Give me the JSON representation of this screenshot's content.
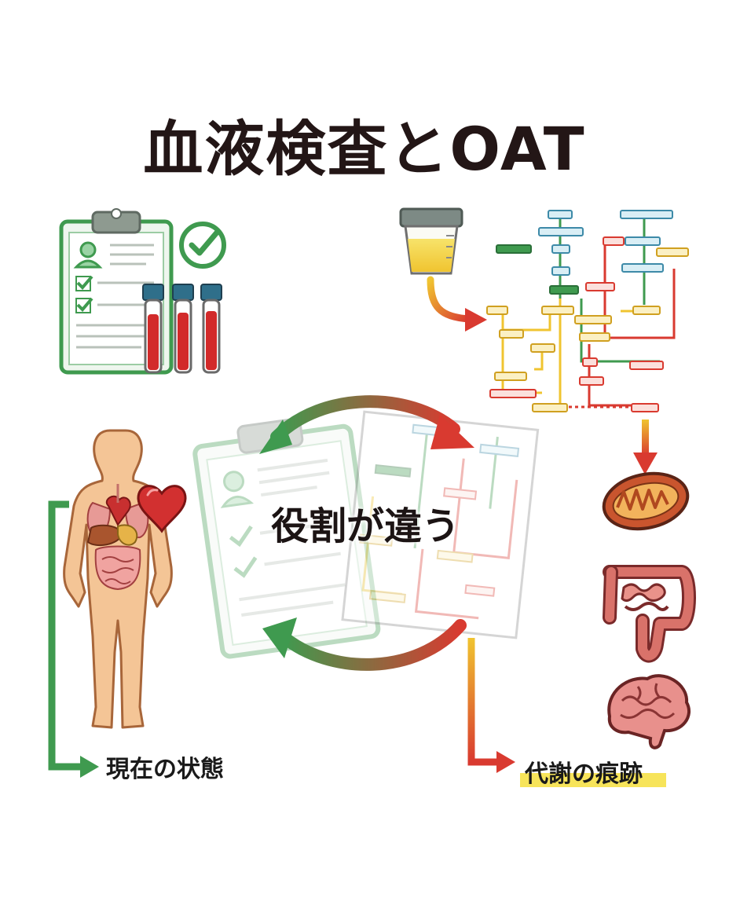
{
  "title": "血液検査とOAT",
  "center": {
    "text": "役割が違う"
  },
  "labels": {
    "left": "現在の状態",
    "right": "代謝の痕跡"
  },
  "colors": {
    "green": "#3f9a4f",
    "red": "#d93a30",
    "yellow": "#f0c430",
    "dark": "#231616",
    "skin": "#f4c596",
    "clipboard": "#eef6ee"
  },
  "icons": [
    "clipboard-icon",
    "check-circle-icon",
    "blood-tube-icon",
    "urine-cup-icon",
    "metabolic-pathway-icon",
    "human-body-icon",
    "heart-icon",
    "mitochondria-icon",
    "intestine-icon",
    "brain-icon"
  ]
}
